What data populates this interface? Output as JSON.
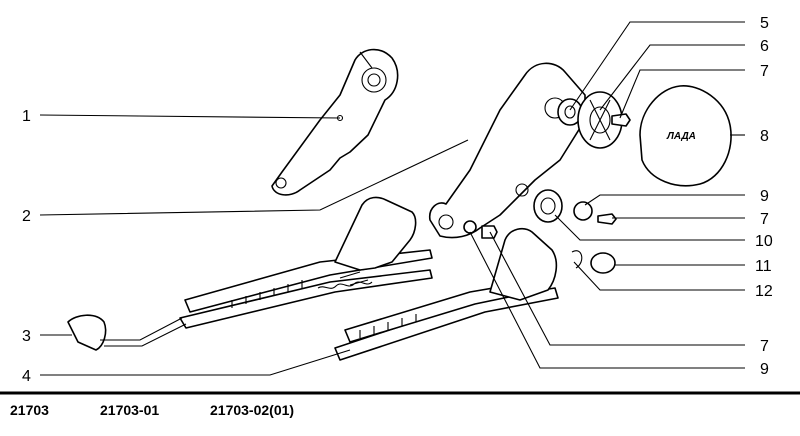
{
  "callouts": {
    "c1": "1",
    "c2": "2",
    "c3": "3",
    "c4": "4",
    "c5": "5",
    "c6": "6",
    "c7a": "7",
    "c8": "8",
    "c9a": "9",
    "c7b": "7",
    "c10": "10",
    "c11": "11",
    "c12": "12",
    "c7c": "7",
    "c9b": "9"
  },
  "knob_logo": "ЛАДА",
  "footer": {
    "col1": "21703",
    "col2": "21703-01",
    "col3": "21703-02(01)"
  }
}
